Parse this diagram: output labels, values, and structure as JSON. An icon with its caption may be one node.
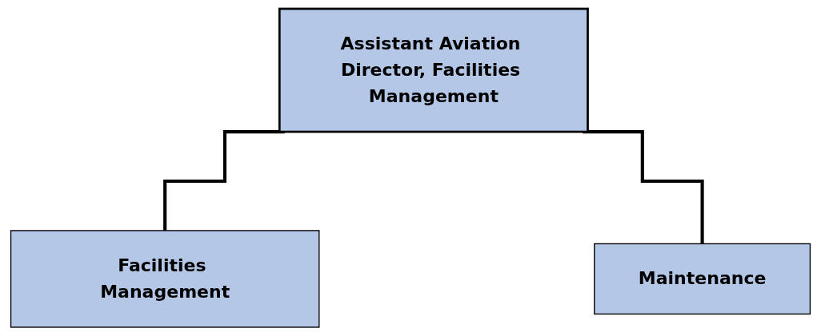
{
  "diagram": {
    "nodes": [
      {
        "text": [
          "Assistant Aviation Director, Facilities Management"
        ]
      },
      {
        "text": [
          "Facilities Management"
        ]
      },
      {
        "text": [
          "Maintenance"
        ]
      }
    ],
    "edges": [
      {
        "from": 0,
        "to": 1,
        "arrow": "none"
      },
      {
        "from": 0,
        "to": 2,
        "arrow": "none"
      }
    ]
  }
}
